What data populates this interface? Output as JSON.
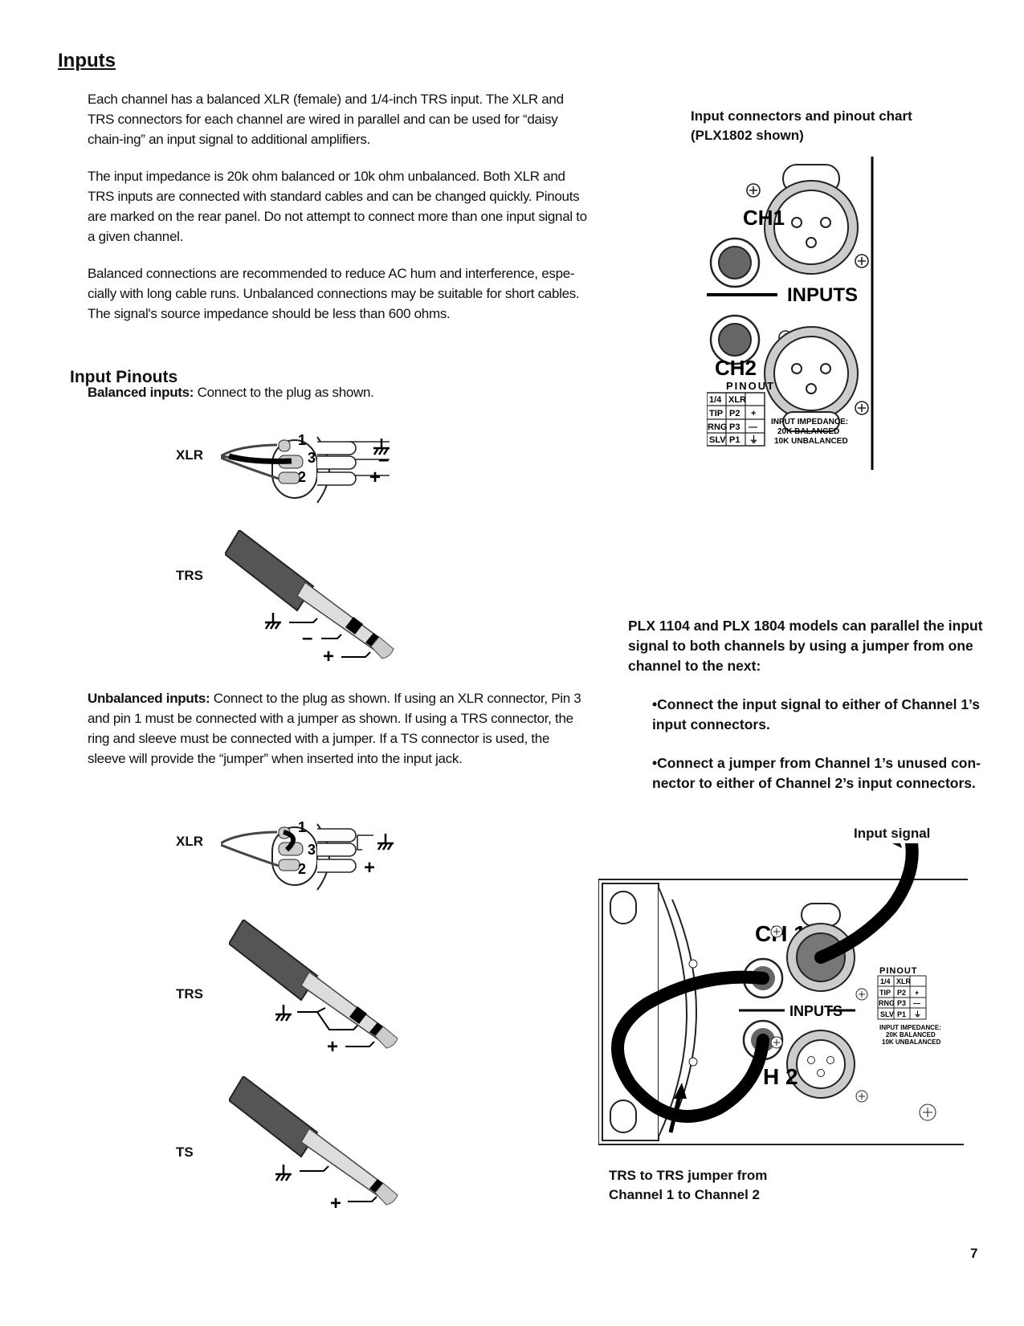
{
  "title": "Inputs",
  "intro": {
    "p1": "Each channel has a balanced XLR (female) and 1/4-inch TRS input. The XLR and TRS connectors for each channel are wired in parallel and can be used for “daisy chain-ing” an input signal to additional amplifiers.",
    "p2": "The input impedance is 20k ohm balanced or 10k ohm unbalanced. Both XLR and TRS inputs are connected with standard cables and can be changed quickly. Pinouts are marked on the rear panel. Do not attempt to connect more than one input signal to a given channel.",
    "p3": "Balanced connections are recommended to reduce AC hum and interference, espe-cially with long cable runs. Unbalanced connections may be suitable for short cables. The signal's source impedance should be less than 600 ohms."
  },
  "pinouts": {
    "heading": "Input Pinouts",
    "balanced_lead": "Balanced inputs:",
    "balanced_text": " Connect to the plug as shown.",
    "unbalanced_lead": "Unbalanced inputs:",
    "unbalanced_text": " Connect to the plug as shown. If using an XLR connector, Pin 3 and pin 1 must be connected with a jumper as shown. If using a TRS connector, the ring and sleeve must be connected with a jumper. If a TS connector is used, the sleeve will provide the “jumper” when inserted into the input jack.",
    "labels": {
      "xlr": "XLR",
      "trs": "TRS",
      "ts": "TS"
    },
    "pin_numbers": [
      "1",
      "3",
      "2"
    ],
    "symbols": {
      "plus": "+",
      "minus": "–"
    }
  },
  "panel_figure": {
    "caption": "Input connectors and pinout chart (PLX1802 shown)",
    "ch1": "CH1",
    "ch2": "CH2",
    "inputs": "INPUTS",
    "pinout_title": "PINOUT",
    "pinout_rows": [
      [
        "1/4",
        "XLR",
        ""
      ],
      [
        "TIP",
        "P2",
        "+"
      ],
      [
        "RNG",
        "P3",
        "—"
      ],
      [
        "SLV",
        "P1",
        "⏚"
      ]
    ],
    "impedance": [
      "INPUT IMPEDANCE:",
      "20K BALANCED",
      "10K UNBALANCED"
    ]
  },
  "parallel": {
    "note": "PLX 1104 and PLX 1804 models can parallel the input signal to both channels by using a jumper from one channel to the next:",
    "bullet1": "•Connect the input signal to either of Channel 1’s input connectors.",
    "bullet2": "•Connect a jumper from Channel 1’s unused con-nector to either of Channel 2’s input connectors.",
    "input_signal": "Input signal",
    "jumper_caption": "TRS to TRS jumper from Channel 1 to Channel 2",
    "ch1": "CH 1",
    "ch2": "H 2",
    "inputs": "INPUTS",
    "pinout_title": "PINOUT",
    "pinout_rows": [
      [
        "1/4",
        "XLR",
        ""
      ],
      [
        "TIP",
        "P2",
        "+"
      ],
      [
        "RNG",
        "P3",
        "—"
      ],
      [
        "SLV",
        "P1",
        "⏚"
      ]
    ],
    "impedance": [
      "INPUT IMPEDANCE:",
      "20K BALANCED",
      "10K UNBALANCED"
    ]
  },
  "page_number": "7"
}
